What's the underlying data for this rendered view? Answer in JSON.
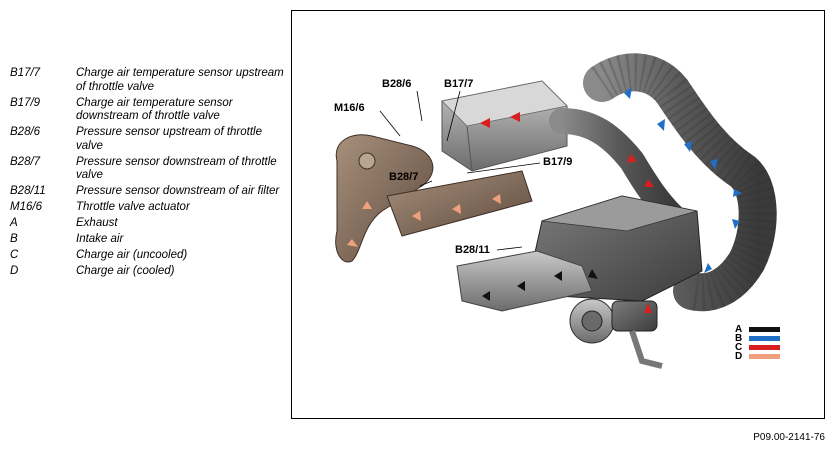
{
  "legend": [
    {
      "code": "B17/7",
      "desc": "Charge air temperature sensor upstream of throttle valve"
    },
    {
      "code": "B17/9",
      "desc": "Charge air temperature sensor downstream of throttle valve"
    },
    {
      "code": "B28/6",
      "desc": "Pressure sensor upstream of throttle valve"
    },
    {
      "code": "B28/7",
      "desc": "Pressure sensor downstream of throttle valve"
    },
    {
      "code": "B28/11",
      "desc": "Pressure sensor downstream of air filter"
    },
    {
      "code": "M16/6",
      "desc": "Throttle valve actuator"
    },
    {
      "code": "A",
      "desc": "Exhaust"
    },
    {
      "code": "B",
      "desc": "Intake air"
    },
    {
      "code": "C",
      "desc": "Charge air (uncooled)"
    },
    {
      "code": "D",
      "desc": "Charge air (cooled)"
    }
  ],
  "callouts": {
    "b28_6": "B28/6",
    "b17_7": "B17/7",
    "m16_6": "M16/6",
    "b17_9": "B17/9",
    "b28_7": "B28/7",
    "b28_11": "B28/11"
  },
  "flow_key": [
    {
      "letter": "A",
      "color": "#111111"
    },
    {
      "letter": "B",
      "color": "#1f6fc7"
    },
    {
      "letter": "C",
      "color": "#d81e1e"
    },
    {
      "letter": "D",
      "color": "#f0a07c"
    }
  ],
  "figure_code": "P09.00-2141-76"
}
